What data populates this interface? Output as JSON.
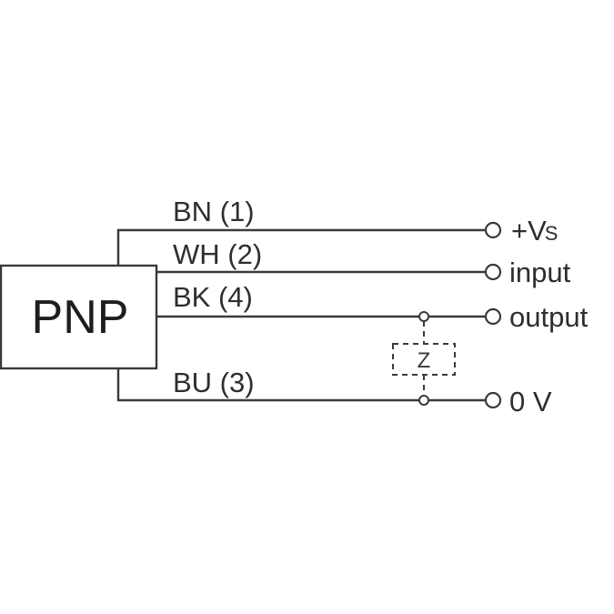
{
  "device": {
    "label": "PNP"
  },
  "wires": [
    {
      "id": "bn",
      "label": "BN (1)",
      "terminal": "+V",
      "terminal_sub": "S"
    },
    {
      "id": "wh",
      "label": "WH (2)",
      "terminal": "input"
    },
    {
      "id": "bk",
      "label": "BK (4)",
      "terminal": "output"
    },
    {
      "id": "bu",
      "label": "BU (3)",
      "terminal": "0 V"
    }
  ],
  "load": {
    "label": "Z"
  },
  "colors": {
    "line": "#3a3a3a",
    "text": "#2e2e2e",
    "background": "#ffffff"
  }
}
